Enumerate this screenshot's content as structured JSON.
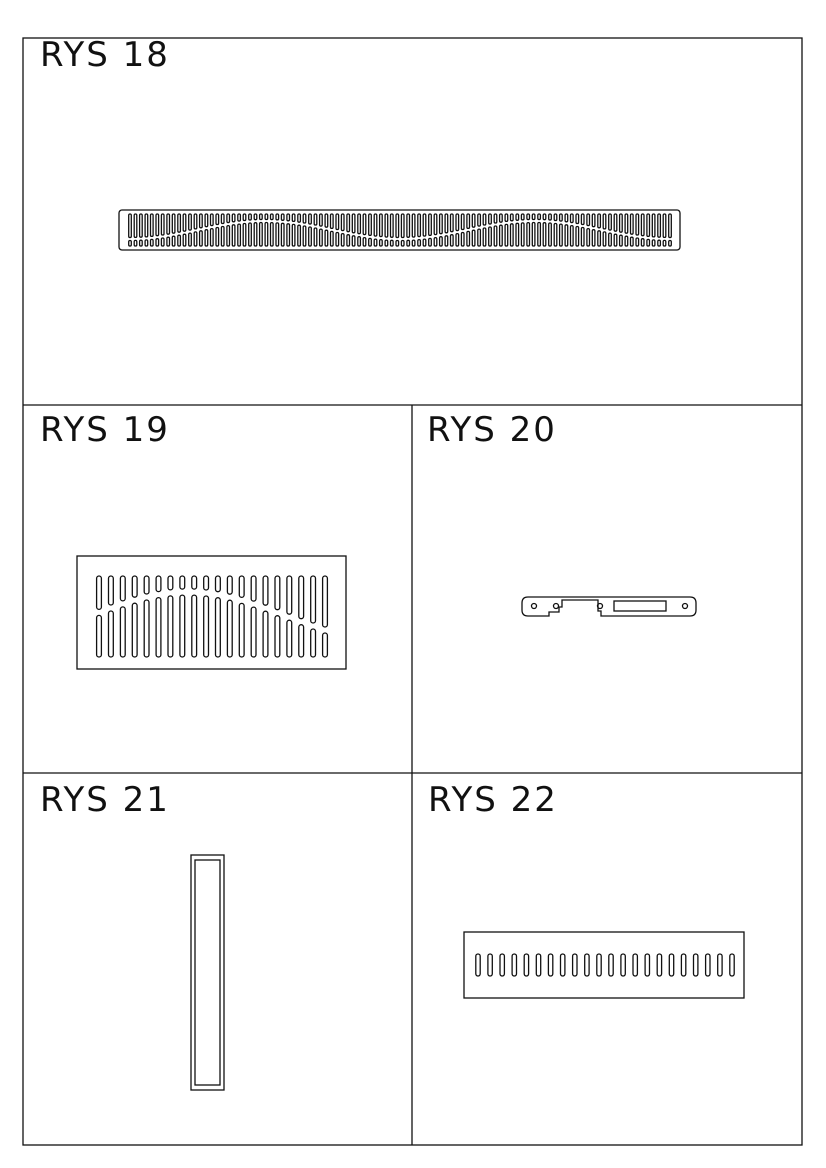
{
  "figures": [
    {
      "id": "18",
      "label": "RYS 18"
    },
    {
      "id": "19",
      "label": "RYS 19"
    },
    {
      "id": "20",
      "label": "RYS 20"
    },
    {
      "id": "21",
      "label": "RYS 21"
    },
    {
      "id": "22",
      "label": "RYS 22"
    }
  ],
  "colors": {
    "line": "#111111",
    "background": "#ffffff"
  }
}
